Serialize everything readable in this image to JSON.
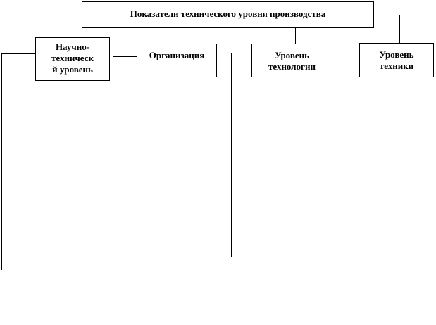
{
  "root": {
    "title": "Показатели технического уровня производства"
  },
  "children": [
    {
      "label_lines": [
        "Научно-",
        "техническ",
        "й уровень"
      ]
    },
    {
      "label_lines": [
        "Организация"
      ]
    },
    {
      "label_lines": [
        "Уровень",
        "технологии"
      ]
    },
    {
      "label_lines": [
        "Уровень",
        "техники"
      ]
    }
  ]
}
